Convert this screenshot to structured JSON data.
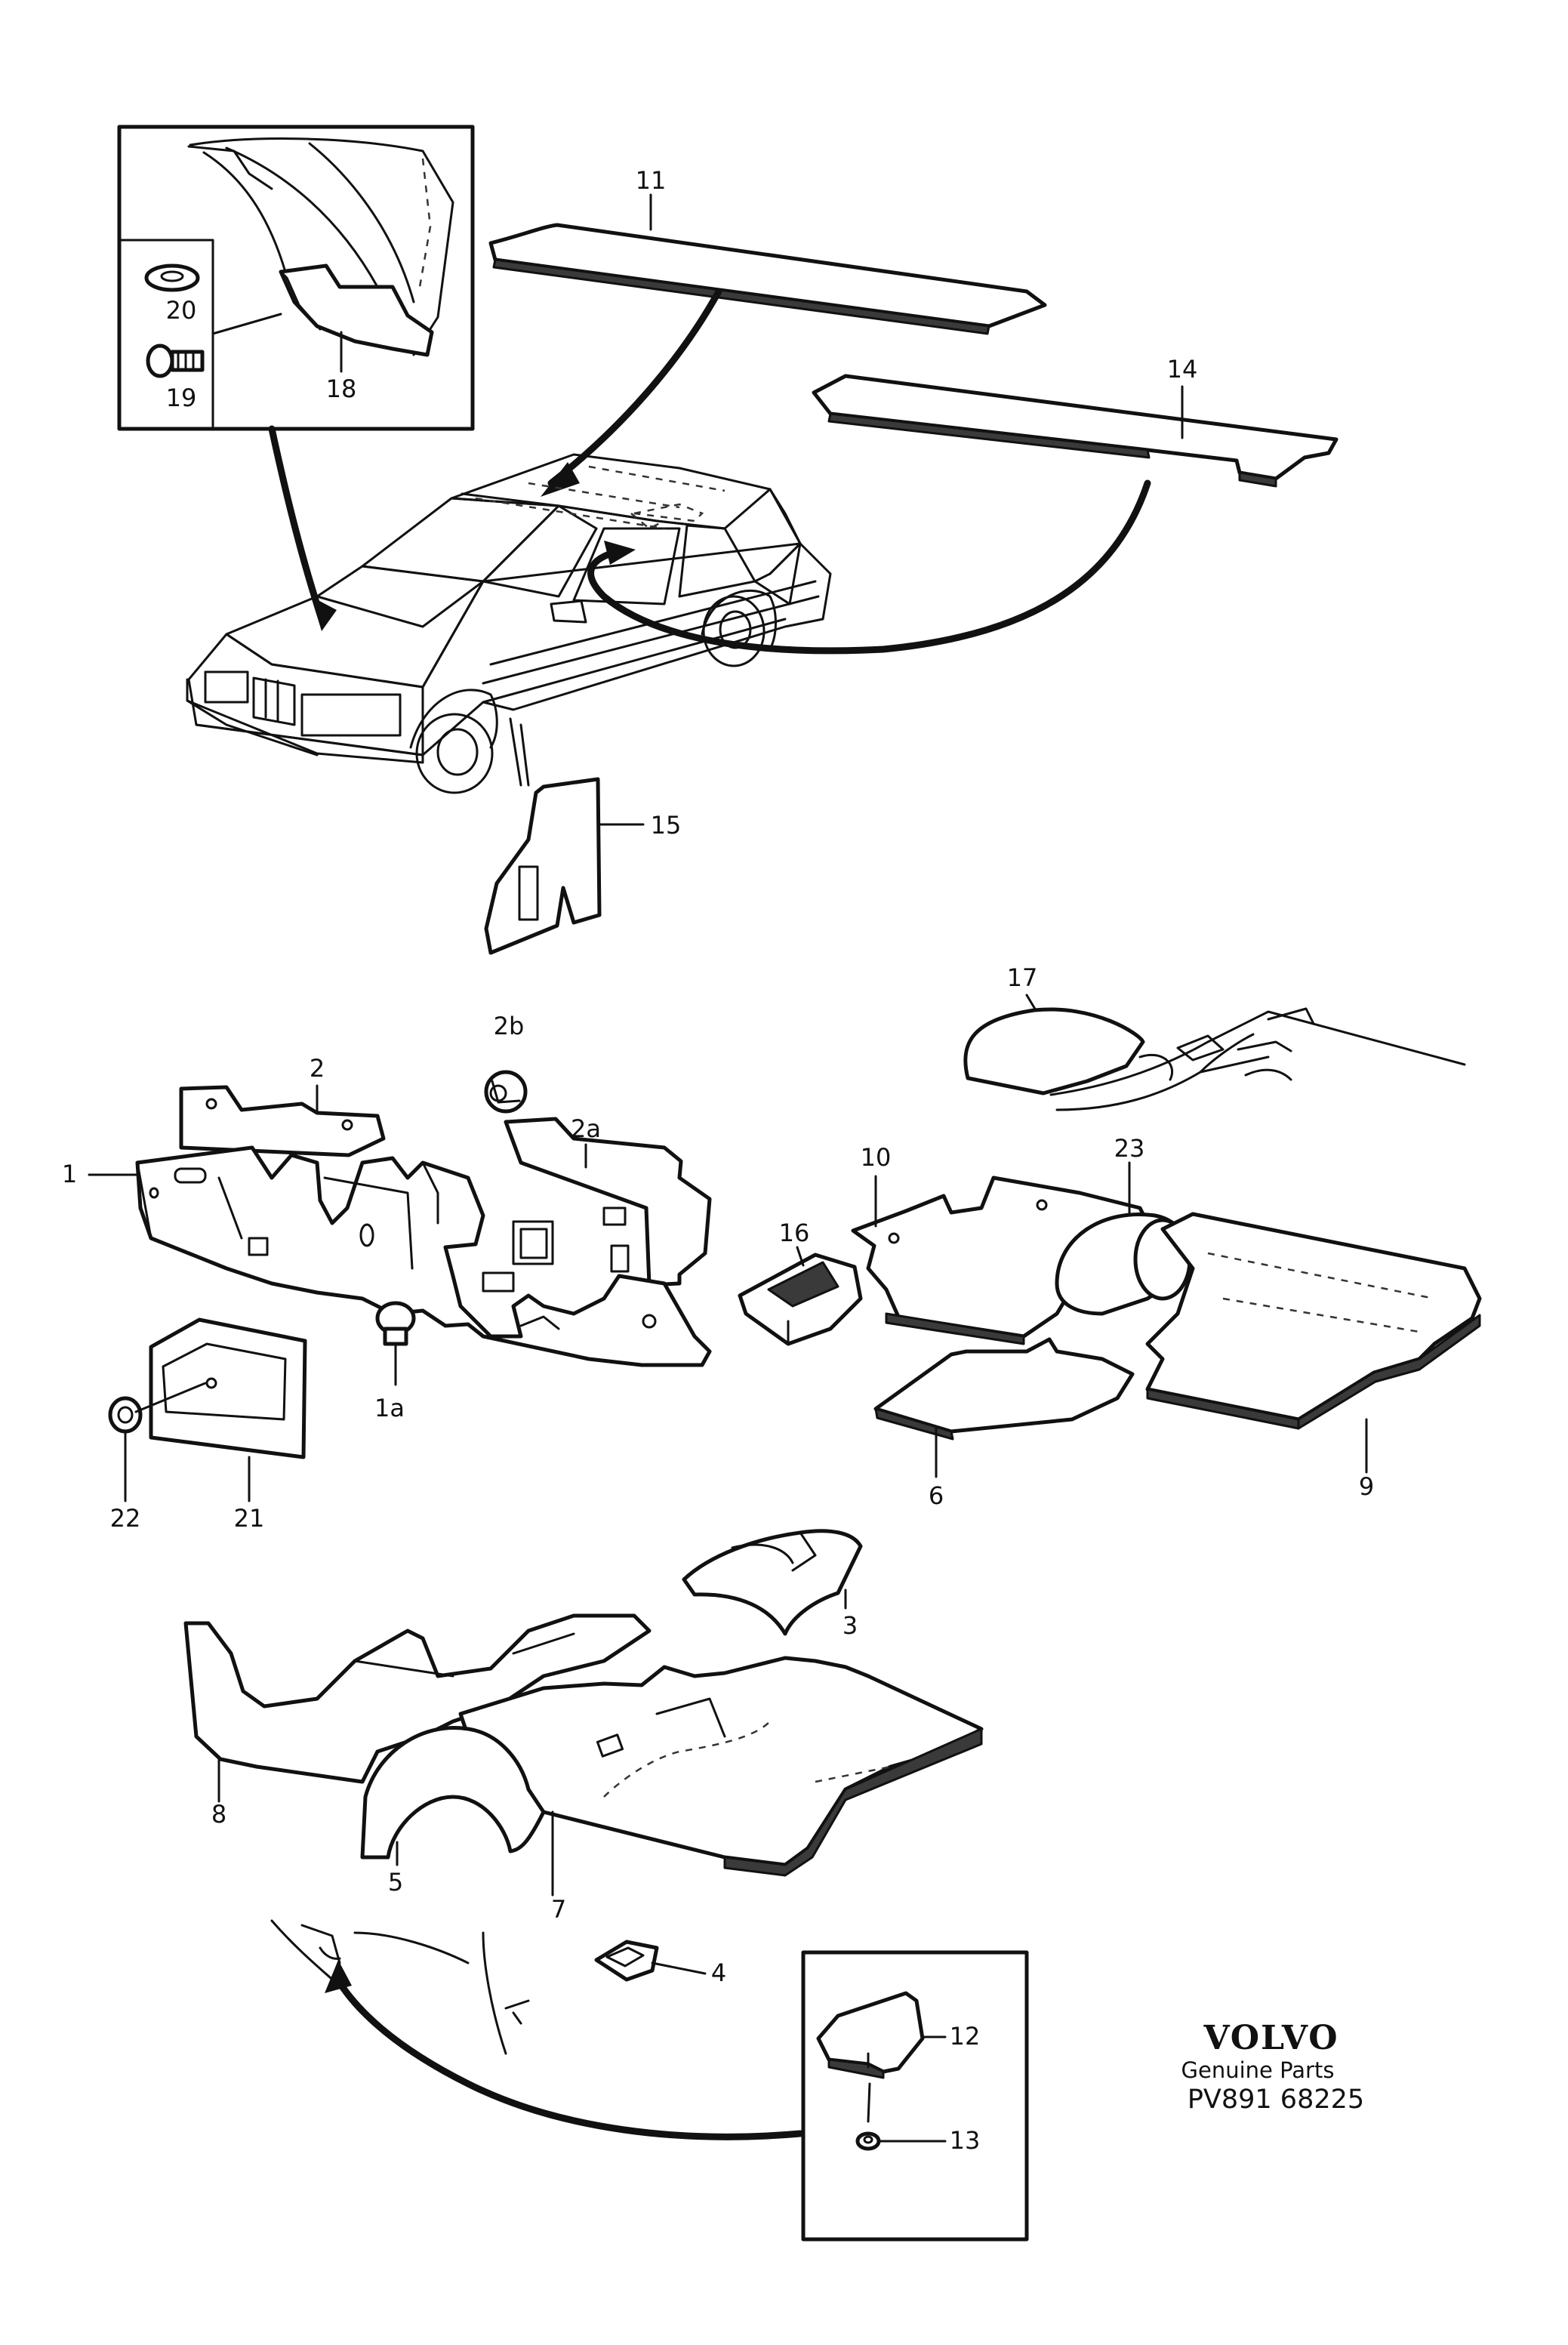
{
  "labels": {
    "p1": "1",
    "p1a": "1a",
    "p2": "2",
    "p2a": "2a",
    "p2b": "2b",
    "p3": "3",
    "p4": "4",
    "p5": "5",
    "p6": "6",
    "p7": "7",
    "p8": "8",
    "p9": "9",
    "p10": "10",
    "p11": "11",
    "p12": "12",
    "p13": "13",
    "p14": "14",
    "p15": "15",
    "p16": "16",
    "p17": "17",
    "p18": "18",
    "p19": "19",
    "p20": "20",
    "p21": "21",
    "p22": "22",
    "p23": "23"
  },
  "brand": {
    "logo": "VOLVO",
    "subtitle": "Genuine Parts",
    "part_number": "PV891 68225"
  }
}
